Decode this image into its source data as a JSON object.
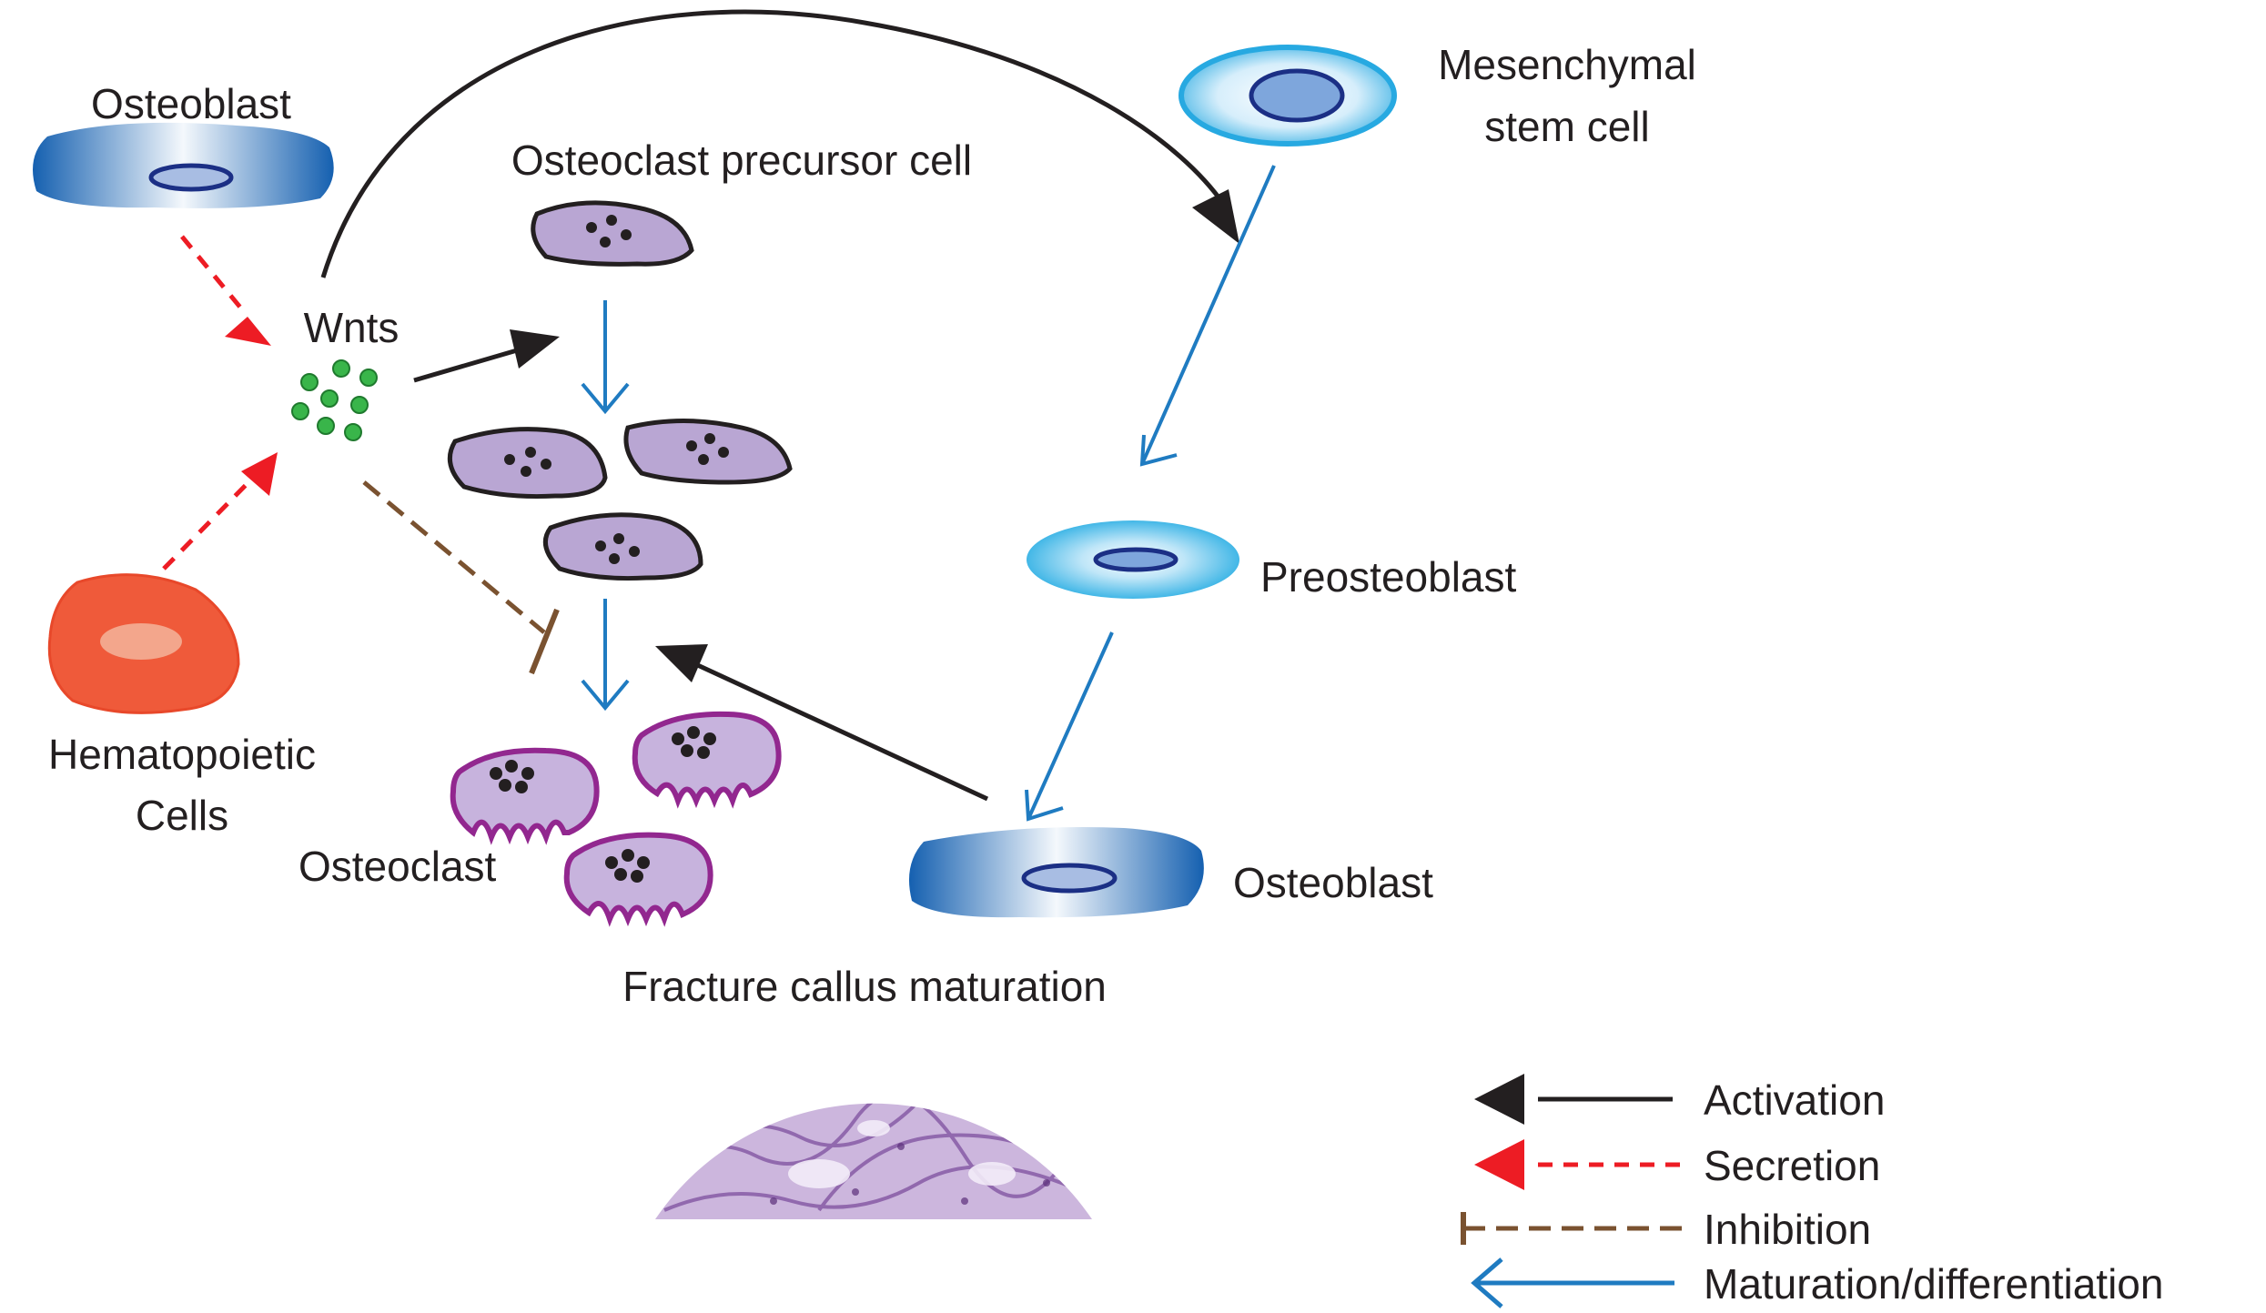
{
  "labels": {
    "osteoblast_top": "Osteoblast",
    "precursor": "Osteoclast precursor cell",
    "msc_line1": "Mesenchymal",
    "msc_line2": "stem cell",
    "wnts": "Wnts",
    "preosteoblast": "Preosteoblast",
    "hemato_line1": "Hematopoietic",
    "hemato_line2": "Cells",
    "osteoclast": "Osteoclast",
    "osteoblast_bottom": "Osteoblast",
    "callus": "Fracture callus maturation"
  },
  "legend": {
    "activation": "Activation",
    "secretion": "Secretion",
    "inhibition": "Inhibition",
    "maturation": "Maturation/differentiation"
  },
  "colors": {
    "activation": "#231f20",
    "secretion": "#ed1c24",
    "inhibition": "#7a5230",
    "maturation": "#1f7bc1",
    "osteoblast": "#1e73be",
    "precursor_fill": "#b9a6d3",
    "osteoclast_stroke": "#92278f",
    "hematopoietic": "#ef5a3a",
    "wnt": "#39b54a",
    "stain": "#a07ab8"
  }
}
